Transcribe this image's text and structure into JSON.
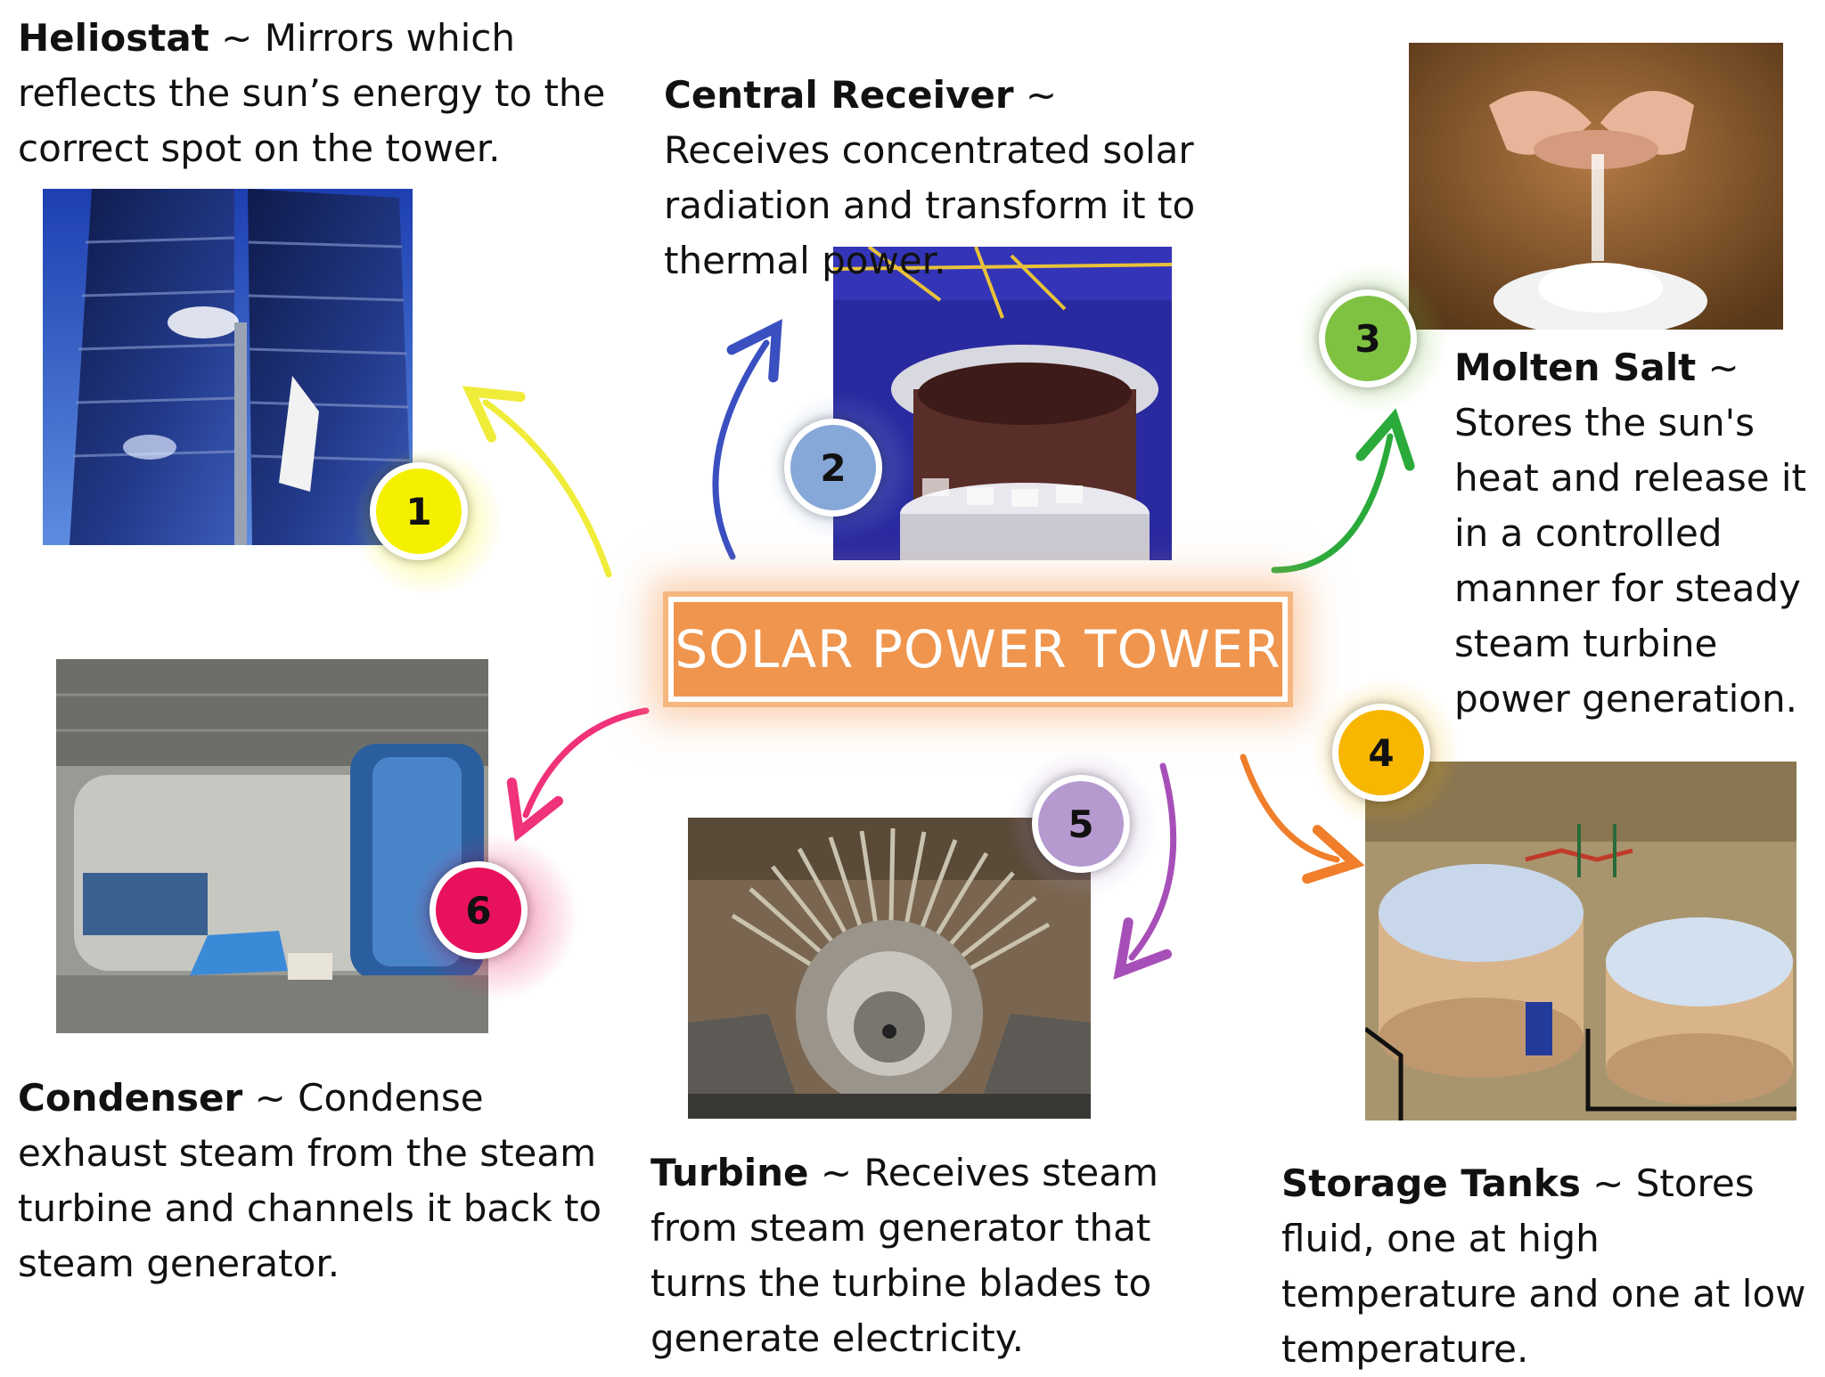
{
  "center": {
    "title": "SOLAR POWER TOWER",
    "color": "#f0954d"
  },
  "steps": [
    {
      "number": "1",
      "term": "Heliostat",
      "sep": " ~ ",
      "text": "Mirrors which reflects the sun’s energy to the correct spot on the tower.",
      "color": "#f5f000"
    },
    {
      "number": "2",
      "term": "Central Receiver",
      "sep": "  ~ ",
      "text": "Receives concentrated  solar radiation and transform it  to thermal power.",
      "color": "#86a8d8"
    },
    {
      "number": "3",
      "term": "Molten Salt",
      "sep": " ~ ",
      "text": "Stores the sun's heat and  release it in a controlled manner for steady steam turbine power generation.",
      "color": "#7fc242"
    },
    {
      "number": "4",
      "term": "Storage Tanks",
      "sep": " ~ ",
      "text": "Stores fluid, one at high temperature and one at low temperature.",
      "color": "#f7b600"
    },
    {
      "number": "5",
      "term": "Turbine",
      "sep": " ~ ",
      "text": "Receives steam from steam generator that turns the turbine blades to generate electricity.",
      "color": "#b59ad0"
    },
    {
      "number": "6",
      "term": "Condenser",
      "sep": " ~ ",
      "text": "Condense exhaust steam from the steam turbine and channels it back to steam generator.",
      "color": "#e8115d"
    }
  ],
  "arrow_colors": [
    "#f0ec3a",
    "#3a4fc0",
    "#2aaa3a",
    "#f07e2a",
    "#a74fb8",
    "#f0327a"
  ]
}
